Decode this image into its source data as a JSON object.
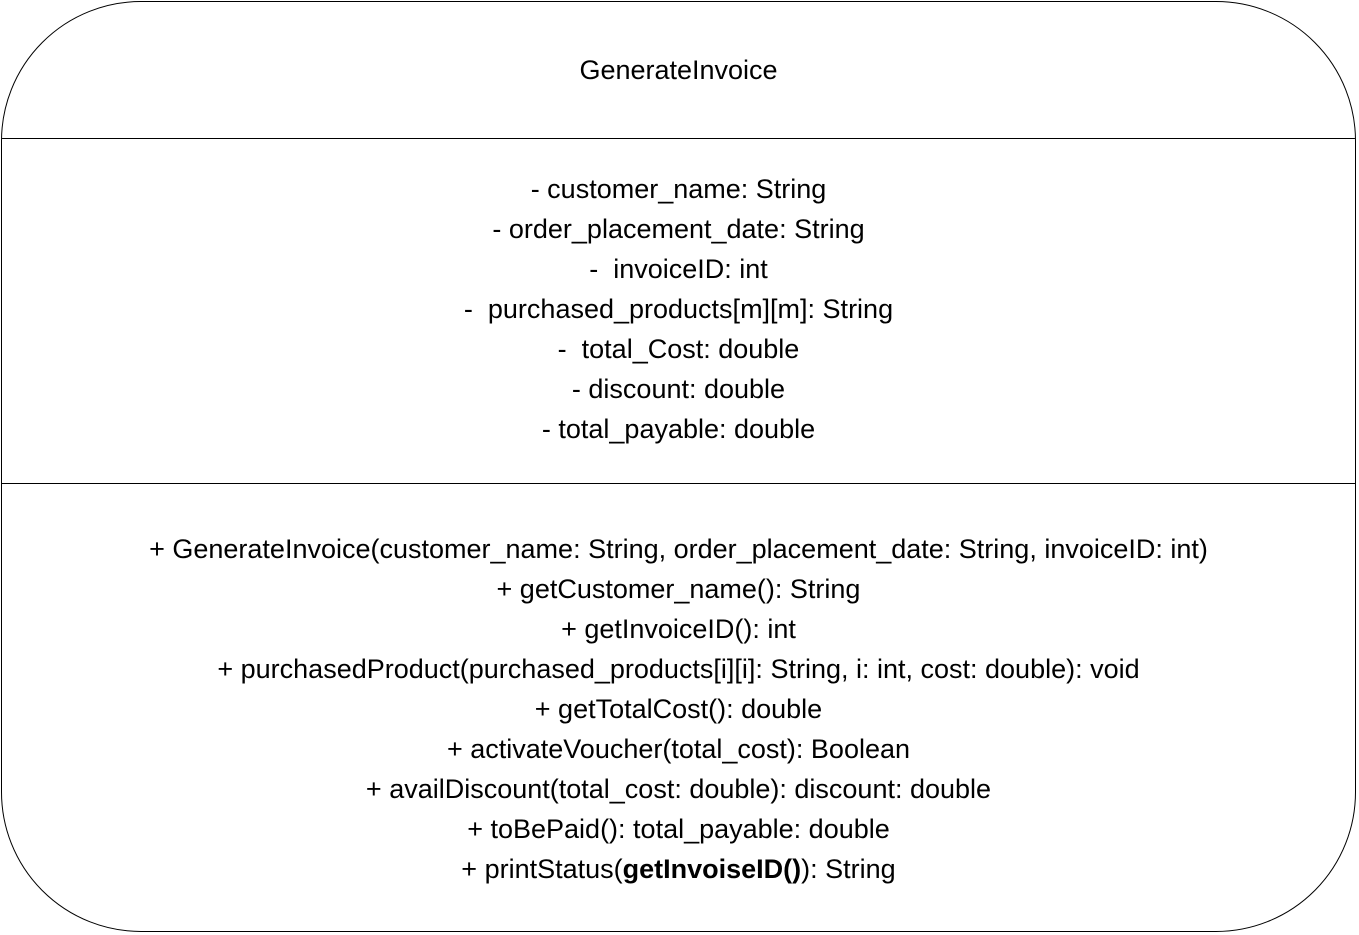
{
  "class_name": "GenerateInvoice",
  "attributes": [
    "- customer_name: String",
    "- order_placement_date: String",
    "-  invoiceID: int",
    "-  purchased_products[m][m]: String",
    "-  total_Cost: double",
    "- discount: double",
    "- total_payable: double"
  ],
  "methods": [
    "+ GenerateInvoice(customer_name: String, order_placement_date: String, invoiceID: int)",
    "+ getCustomer_name(): String",
    "+ getInvoiceID(): int",
    "+ purchasedProduct(purchased_products[i][i]: String, i: int, cost: double): void",
    "+ getTotalCost(): double",
    "+ activateVoucher(total_cost): Boolean",
    "+ availDiscount(total_cost: double): discount: double",
    "+ toBePaid(): total_payable: double"
  ],
  "last_method": {
    "prefix": "+ printStatus(",
    "bold": "getInvoiseID()",
    "suffix": "): String"
  }
}
